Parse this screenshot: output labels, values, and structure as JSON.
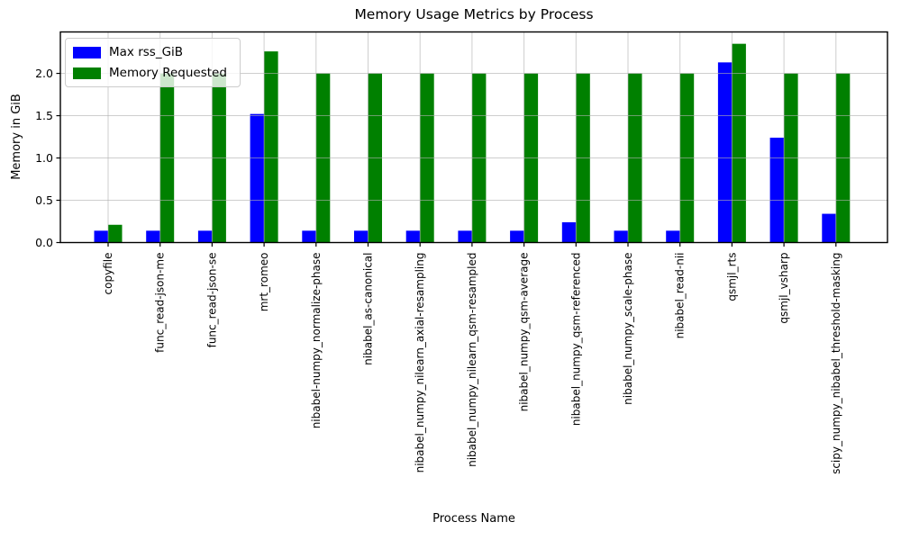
{
  "chart_data": {
    "type": "bar",
    "title": "Memory Usage Metrics by Process",
    "xlabel": "Process Name",
    "ylabel": "Memory in GiB",
    "categories": [
      "copyfile",
      "func_read-json-me",
      "func_read-json-se",
      "mrt_romeo",
      "nibabel-numpy_normalize-phase",
      "nibabel_as-canonical",
      "nibabel_numpy_nilearn_axial-resampling",
      "nibabel_numpy_nilearn_qsm-resampled",
      "nibabel_numpy_qsm-average",
      "nibabel_numpy_qsm-referenced",
      "nibabel_numpy_scale-phase",
      "nibabel_read-nii",
      "qsmjl_rts",
      "qsmjl_vsharp",
      "scipy_numpy_nibabel_threshold-masking"
    ],
    "series": [
      {
        "name": "Max rss_GiB",
        "color": "#0000ff",
        "values": [
          0.14,
          0.14,
          0.14,
          1.52,
          0.14,
          0.14,
          0.14,
          0.14,
          0.14,
          0.24,
          0.14,
          0.14,
          2.13,
          1.24,
          0.34
        ]
      },
      {
        "name": "Memory Requested",
        "color": "#008000",
        "values": [
          0.21,
          2.0,
          2.0,
          2.26,
          2.0,
          2.0,
          2.0,
          2.0,
          2.0,
          2.0,
          2.0,
          2.0,
          2.35,
          2.0,
          2.0
        ]
      }
    ],
    "ylim": [
      0,
      2.49
    ],
    "yticks": [
      0.0,
      0.5,
      1.0,
      1.5,
      2.0
    ],
    "ytick_labels": [
      "0.0",
      "0.5",
      "1.0",
      "1.5",
      "2.0"
    ],
    "grid": true,
    "legend_position": "upper left",
    "grid_color": "#b0b0b0",
    "spine_color": "#000000",
    "text_color": "#000000"
  }
}
